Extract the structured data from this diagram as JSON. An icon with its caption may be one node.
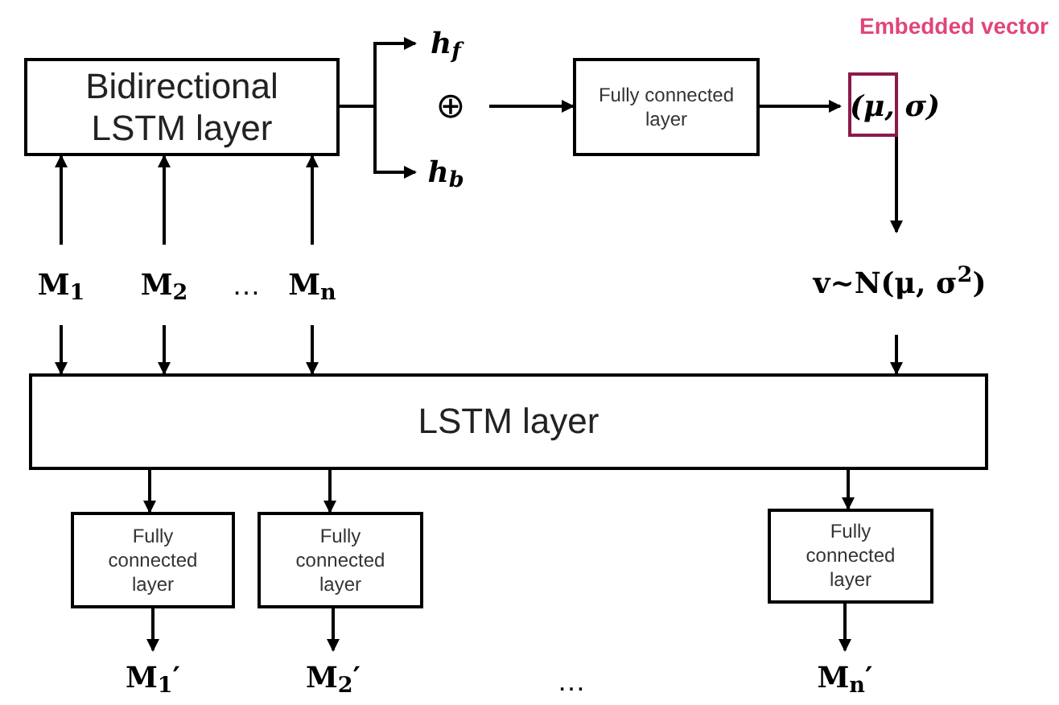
{
  "diagram": {
    "nodes": [
      {
        "text": [
          "Bidirectional LSTM layer"
        ]
      },
      {
        "text": [
          "h$_{f}$"
        ]
      },
      {
        "text": [
          "⊕"
        ]
      },
      {
        "text": [
          "h$_{b}$"
        ]
      },
      {
        "text": [
          "Fully connected layer"
        ]
      },
      {
        "text": [
          "(μ, σ)"
        ],
        "beside": [
          "Embedded vector"
        ]
      },
      {
        "text": [
          "v~N(μ, σ$^{2}$)"
        ]
      },
      {
        "text": [
          "M$_{1}$"
        ]
      },
      {
        "text": [
          "M$_{2}$"
        ]
      },
      {
        "text": [
          "M$_{n}$"
        ]
      },
      {
        "text": [
          "LSTM layer"
        ]
      },
      {
        "text": [
          "Fully connected layer"
        ]
      },
      {
        "text": [
          "Fully connected layer"
        ]
      },
      {
        "text": [
          "Fully connected layer"
        ]
      },
      {
        "text": [
          "M$_{1}$′"
        ]
      },
      {
        "text": [
          "M$_{2}$′"
        ]
      },
      {
        "text": [
          "M$_{n}$′"
        ]
      }
    ],
    "edges": [
      {
        "from": 7,
        "to": 0,
        "arrow": "to"
      },
      {
        "from": 8,
        "to": 0,
        "arrow": "to"
      },
      {
        "from": 9,
        "to": 0,
        "arrow": "to"
      },
      {
        "from": 0,
        "to": 1,
        "arrow": "to"
      },
      {
        "from": 0,
        "to": 3,
        "arrow": "to"
      },
      {
        "from": 2,
        "to": 4,
        "arrow": "to"
      },
      {
        "from": 4,
        "to": 5,
        "arrow": "to"
      },
      {
        "from": 5,
        "to": 6,
        "arrow": "to"
      },
      {
        "from": 7,
        "to": 10,
        "arrow": "to"
      },
      {
        "from": 8,
        "to": 10,
        "arrow": "to"
      },
      {
        "from": 9,
        "to": 10,
        "arrow": "to"
      },
      {
        "from": 6,
        "to": 10,
        "arrow": "to"
      },
      {
        "from": 10,
        "to": 11,
        "arrow": "to"
      },
      {
        "from": 10,
        "to": 12,
        "arrow": "to"
      },
      {
        "from": 10,
        "to": 13,
        "arrow": "to"
      },
      {
        "from": 11,
        "to": 14,
        "arrow": "to"
      },
      {
        "from": 12,
        "to": 15,
        "arrow": "to"
      },
      {
        "from": 13,
        "to": 16,
        "arrow": "to"
      }
    ],
    "labels": [
      "…",
      "…"
    ]
  }
}
